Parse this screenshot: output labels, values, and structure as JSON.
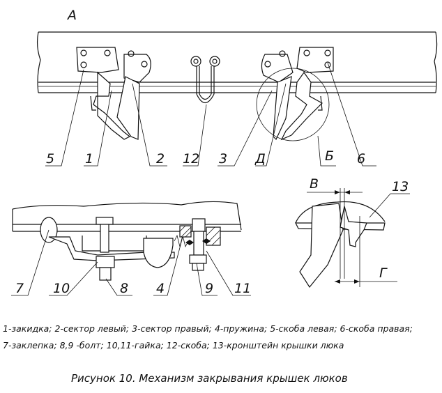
{
  "view_label": "А",
  "labels": {
    "l5": "5",
    "l1": "1",
    "l2": "2",
    "l12": "12",
    "l3": "3",
    "lD": "Д",
    "lB": "Б",
    "l6": "6",
    "l7": "7",
    "l10": "10",
    "l8": "8",
    "l4": "4",
    "l9": "9",
    "l11": "11",
    "lV": "В",
    "l13": "13",
    "lG": "Г"
  },
  "legend": {
    "line1": "1-закидка; 2-сектор левый; 3-сектор правый; 4-пружина; 5-скоба левая; 6-скоба правая;",
    "line2": "7-заклепка; 8,9 -болт; 10,11-гайка; 12-скоба; 13-кронштейн крышки люка"
  },
  "caption": "Рисунок 10. Механизм закрывания крышек люков"
}
